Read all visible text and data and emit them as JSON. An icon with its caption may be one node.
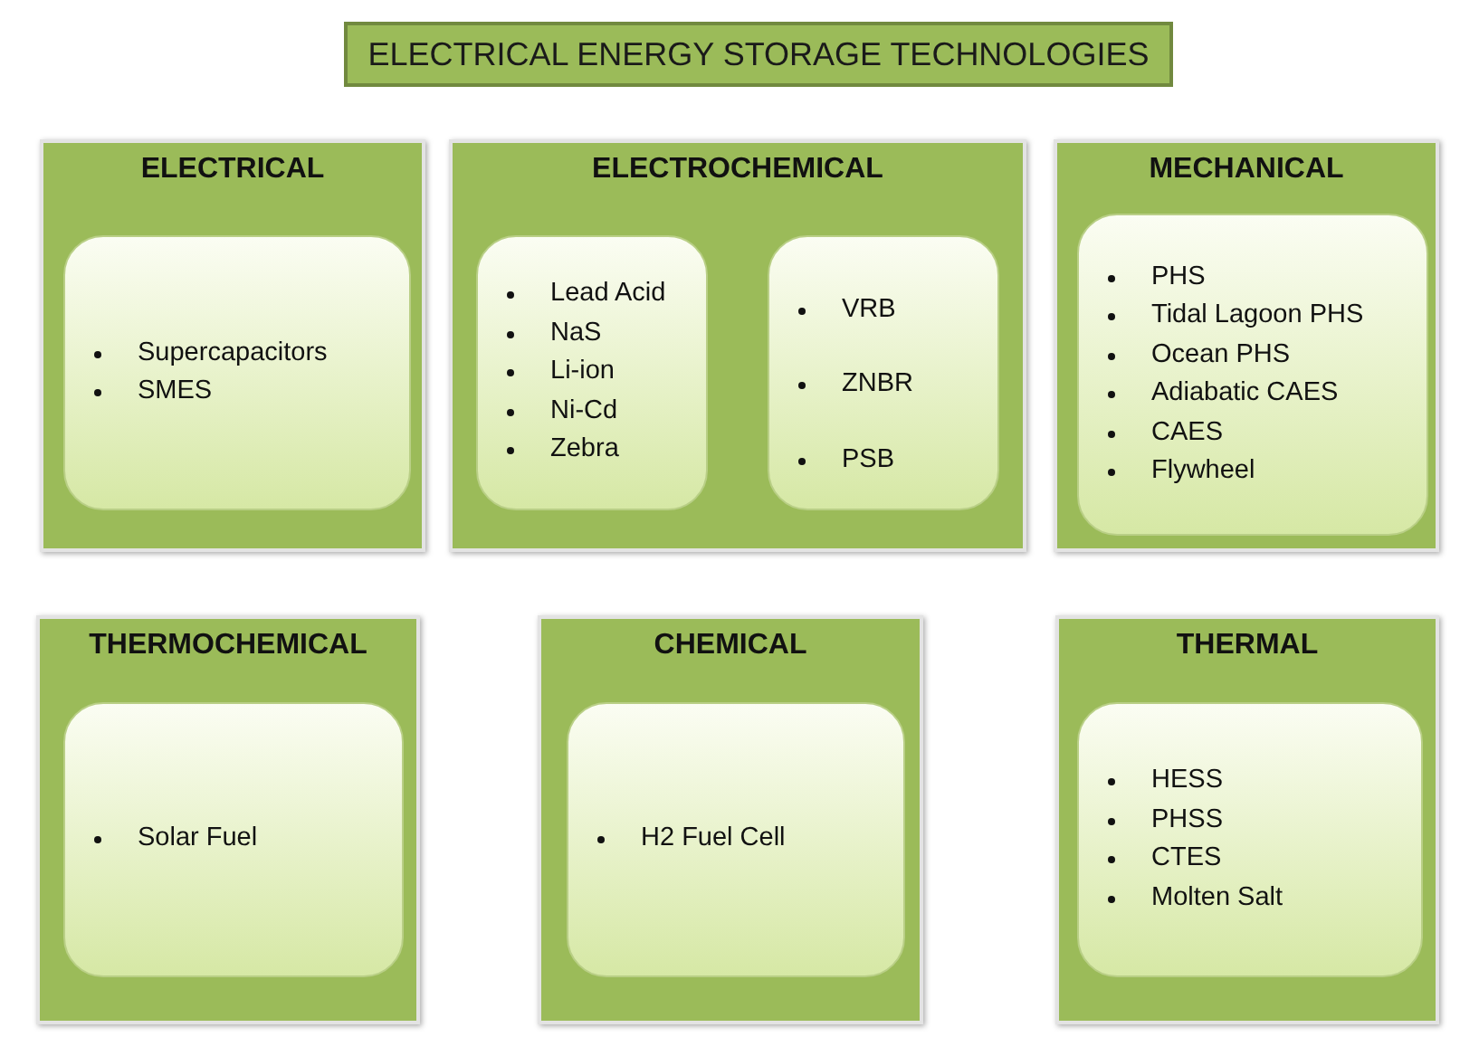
{
  "diagram": {
    "title": "ELECTRICAL ENERGY STORAGE TECHNOLOGIES",
    "nodes": [
      {
        "text": [
          "ELECTRICAL"
        ]
      },
      {
        "text": [
          "Supercapacitors",
          "SMES"
        ],
        "in": 0
      },
      {
        "text": [
          "ELECTROCHEMICAL"
        ]
      },
      {
        "text": [
          "Lead Acid",
          "NaS",
          "Li-ion",
          "Ni-Cd",
          "Zebra"
        ],
        "in": 2
      },
      {
        "text": [
          "VRB",
          "ZNBR",
          "PSB"
        ],
        "in": 2
      },
      {
        "text": [
          "MECHANICAL"
        ]
      },
      {
        "text": [
          "PHS",
          "Tidal Lagoon PHS",
          "Ocean PHS",
          "Adiabatic CAES",
          "CAES",
          "Flywheel"
        ],
        "in": 5
      },
      {
        "text": [
          "THERMOCHEMICAL"
        ]
      },
      {
        "text": [
          "Solar Fuel"
        ],
        "in": 7
      },
      {
        "text": [
          "CHEMICAL"
        ]
      },
      {
        "text": [
          "H2 Fuel Cell"
        ],
        "in": 9
      },
      {
        "text": [
          "THERMAL"
        ]
      },
      {
        "text": [
          "HESS",
          "PHSS",
          "CTES",
          "Molten Salt"
        ],
        "in": 11
      }
    ]
  }
}
